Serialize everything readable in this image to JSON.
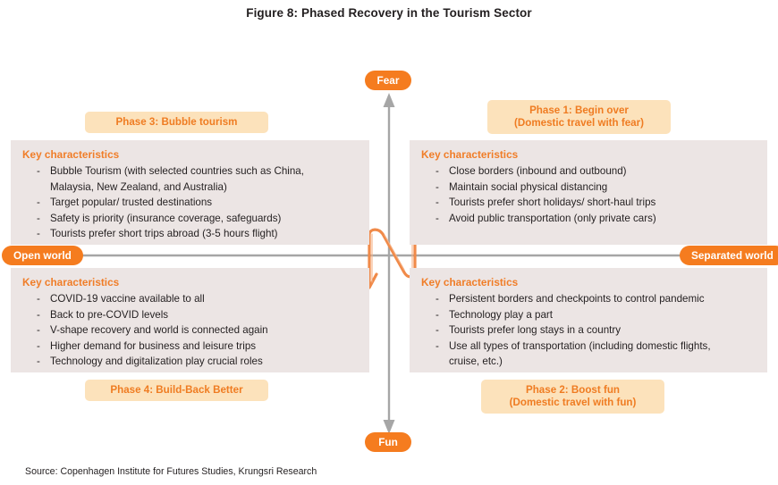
{
  "figure": {
    "title": "Figure 8: Phased Recovery in the Tourism Sector",
    "source": "Source: Copenhagen Institute for Futures Studies, Krungsri Research"
  },
  "colors": {
    "accent_orange": "#f57c1f",
    "chip_bg": "#fce2bb",
    "chip_text": "#ef7c22",
    "panel_bg": "#ece5e4",
    "axis_gray": "#a6a6a6",
    "body_text": "#231f20"
  },
  "axes": {
    "vertical": {
      "top_label": "Fear",
      "bottom_label": "Fun"
    },
    "horizontal": {
      "left_label": "Open world",
      "right_label": "Separated world"
    }
  },
  "center_motif": {
    "icon": "zigzag-arrow-icon"
  },
  "quadrants": [
    {
      "id": "q3",
      "chip_label": "Phase 3: Bubble tourism",
      "heading": "Key characteristics",
      "items": [
        "Bubble Tourism (with selected countries such as China,\nMalaysia, New Zealand, and Australia)",
        "Target popular/ trusted destinations",
        "Safety is priority (insurance coverage, safeguards)",
        "Tourists prefer short trips abroad (3-5 hours flight)"
      ]
    },
    {
      "id": "q1",
      "chip_label": "Phase 1: Begin over\n(Domestic travel with fear)",
      "heading": "Key characteristics",
      "items": [
        "Close borders (inbound and outbound)",
        "Maintain social physical distancing",
        "Tourists prefer short holidays/ short-haul trips",
        "Avoid public transportation (only private cars)"
      ]
    },
    {
      "id": "q4",
      "chip_label": "Phase 4: Build-Back Better",
      "heading": "Key characteristics",
      "items": [
        "COVID-19 vaccine available to all",
        "Back to pre-COVID levels",
        "V-shape recovery and world is connected again",
        "Higher demand for business and leisure trips",
        "Technology and digitalization play crucial roles"
      ]
    },
    {
      "id": "q2",
      "chip_label": "Phase 2: Boost fun\n(Domestic travel with fun)",
      "heading": "Key characteristics",
      "items": [
        "Persistent borders and checkpoints to control pandemic",
        "Technology play a part",
        "Tourists prefer long stays in a country",
        "Use all types of transportation (including domestic flights,\ncruise, etc.)"
      ]
    }
  ]
}
